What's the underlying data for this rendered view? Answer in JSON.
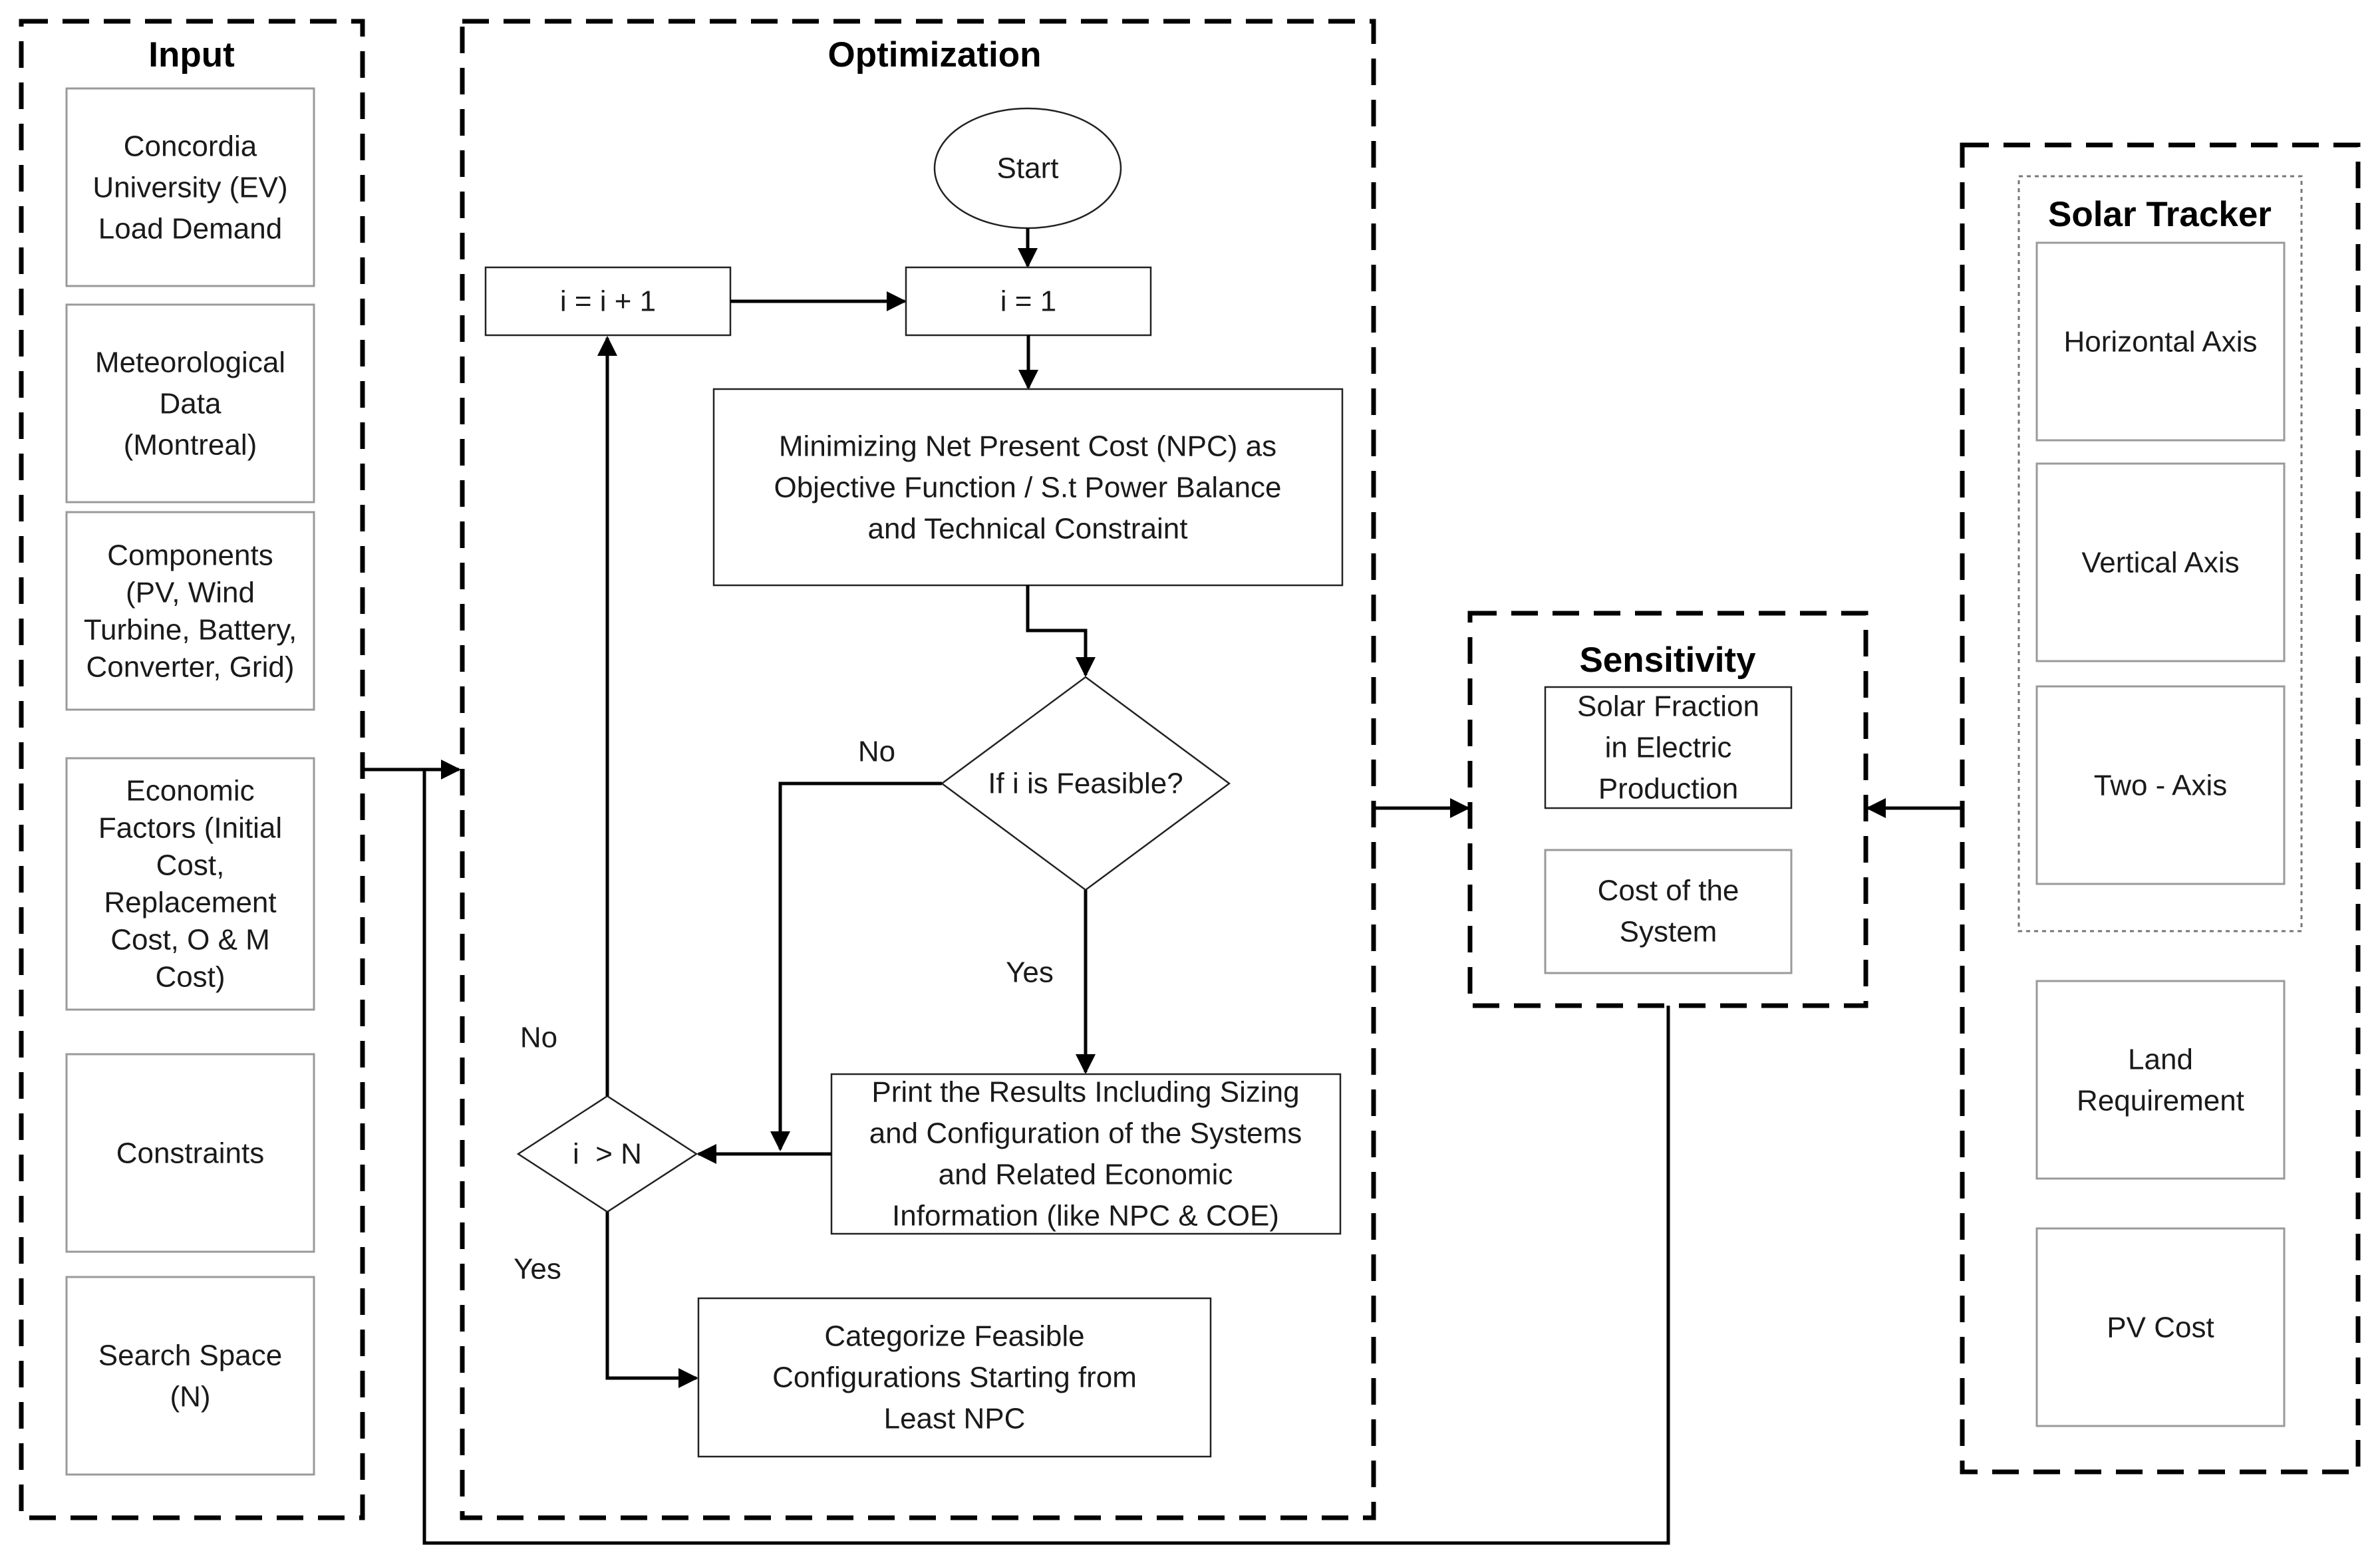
{
  "titles": {
    "input": "Input",
    "optimization": "Optimization",
    "sensitivity": "Sensitivity",
    "solar_tracker": "Solar Tracker"
  },
  "input_boxes": [
    [
      "Concordia",
      "University (EV)",
      "Load Demand"
    ],
    [
      "Meteorological",
      "Data",
      "(Montreal)"
    ],
    [
      "Components",
      "(PV, Wind",
      "Turbine, Battery,",
      "Converter, Grid)"
    ],
    [
      "Economic",
      "Factors (Initial",
      "Cost,",
      "Replacement",
      "Cost, O & M",
      "Cost)"
    ],
    [
      "Constraints"
    ],
    [
      "Search Space",
      "(N)"
    ]
  ],
  "flow": {
    "start": "Start",
    "init": "i = 1",
    "increment": "i = i + 1",
    "objective": [
      "Minimizing Net Present Cost (NPC) as",
      "Objective Function / S.t Power Balance",
      "and Technical Constraint"
    ],
    "feasible_decision": "If i is Feasible?",
    "print_results": [
      "Print the Results Including Sizing",
      "and Configuration of the Systems",
      "and Related Economic",
      "Information (like NPC & COE)"
    ],
    "loop_decision": "i  > N",
    "categorize": [
      "Categorize Feasible",
      "Configurations Starting from",
      "Least NPC"
    ],
    "no_label": "No",
    "yes_label": "Yes"
  },
  "sensitivity_boxes": [
    [
      "Solar Fraction",
      "in Electric",
      "Production"
    ],
    [
      "Cost of the",
      "System"
    ]
  ],
  "tracker_boxes": [
    [
      "Horizontal Axis"
    ],
    [
      "Vertical Axis"
    ],
    [
      "Two - Axis"
    ]
  ],
  "right_boxes": [
    [
      "Land",
      "Requirement"
    ],
    [
      "PV Cost"
    ]
  ]
}
